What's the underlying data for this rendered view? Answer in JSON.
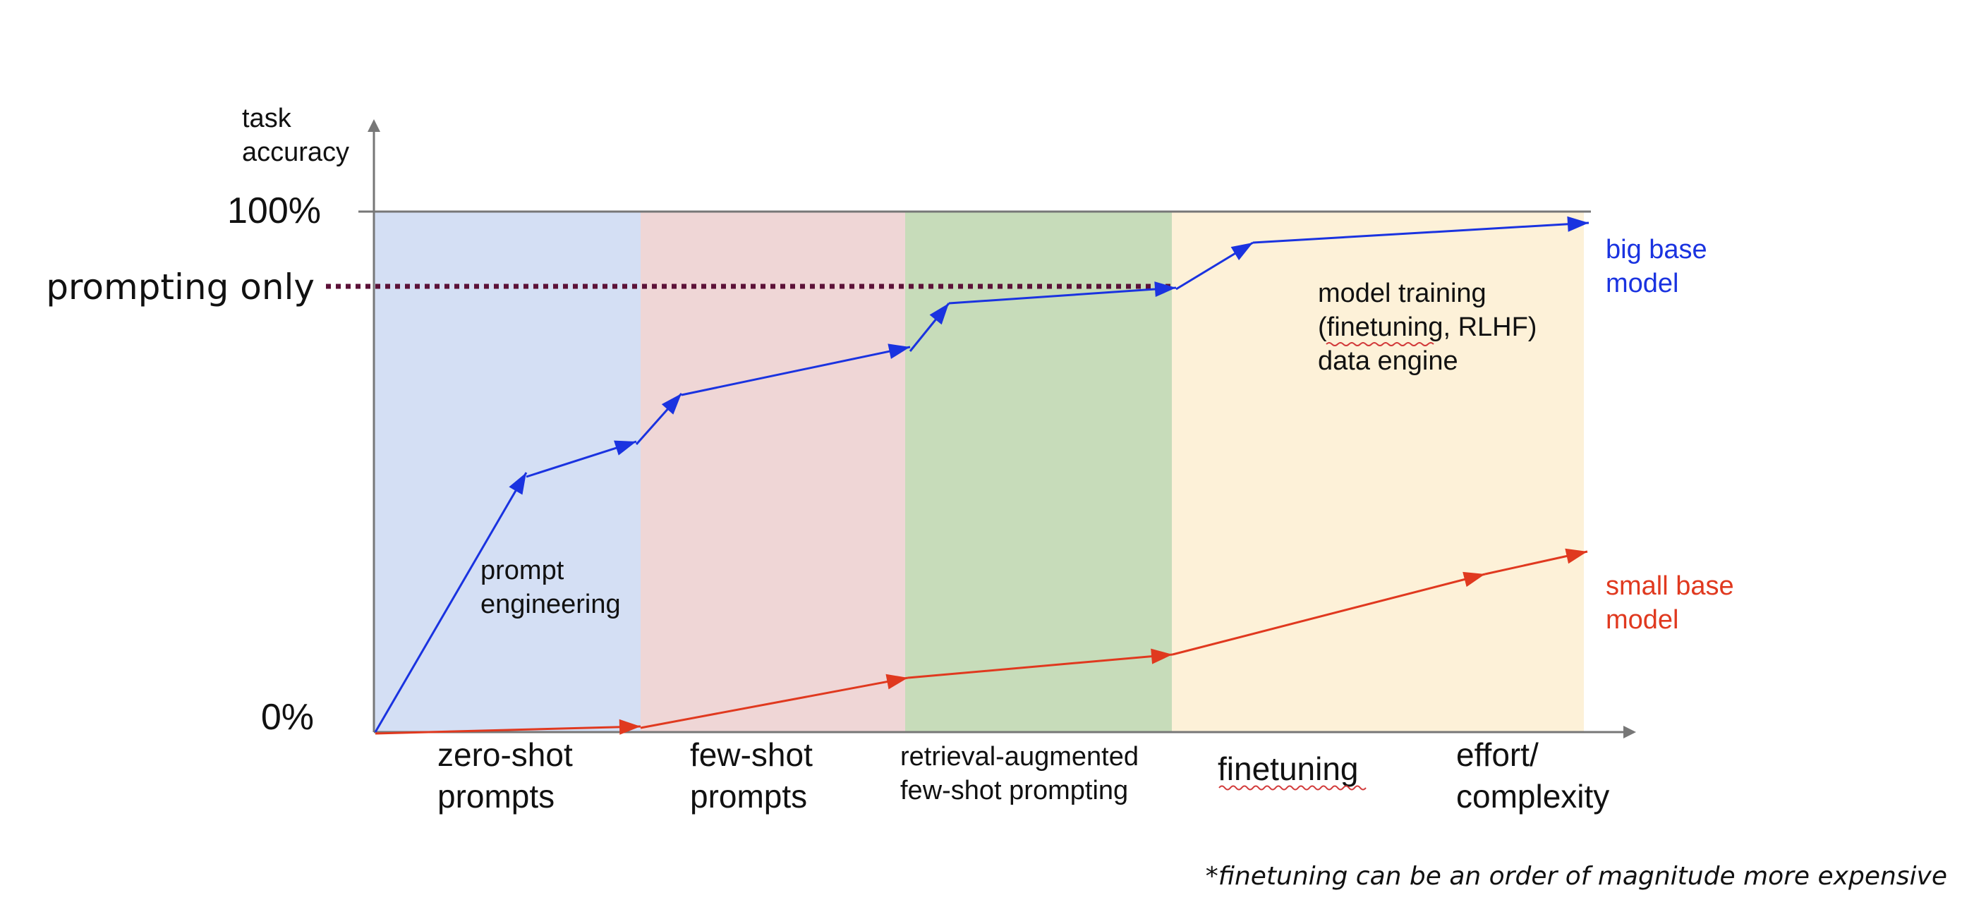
{
  "y_axis": {
    "title_line1": "task",
    "title_line2": "accuracy",
    "tick_top": "100%",
    "tick_bottom": "0%",
    "threshold_label": "prompting only"
  },
  "x_axis": {
    "title_line1": "effort/",
    "title_line2": "complexity",
    "stages": [
      {
        "line1": "zero-shot",
        "line2": "prompts",
        "color": "#d4dff4"
      },
      {
        "line1": "few-shot",
        "line2": "prompts",
        "color": "#efd6d6"
      },
      {
        "line1": "retrieval-augmented",
        "line2": "few-shot prompting",
        "color": "#c7dcba"
      },
      {
        "line1": "finetuning",
        "line2": "",
        "color": "#fdf1d8"
      }
    ]
  },
  "annotations": {
    "prompt_engineering_line1": "prompt",
    "prompt_engineering_line2": "engineering",
    "model_training_line1": "model training",
    "model_training_line2": "(finetuning, RLHF)",
    "model_training_line3": "data engine"
  },
  "series": [
    {
      "label_line1": "big base",
      "label_line2": "model",
      "color": "#1a33e0"
    },
    {
      "label_line1": "small base",
      "label_line2": "model",
      "color": "#e0391f"
    }
  ],
  "colors": {
    "axis": "#777777",
    "threshold": "#5c1238",
    "text": "#111111"
  },
  "footnote": "*finetuning can be an order of magnitude more expensive"
}
